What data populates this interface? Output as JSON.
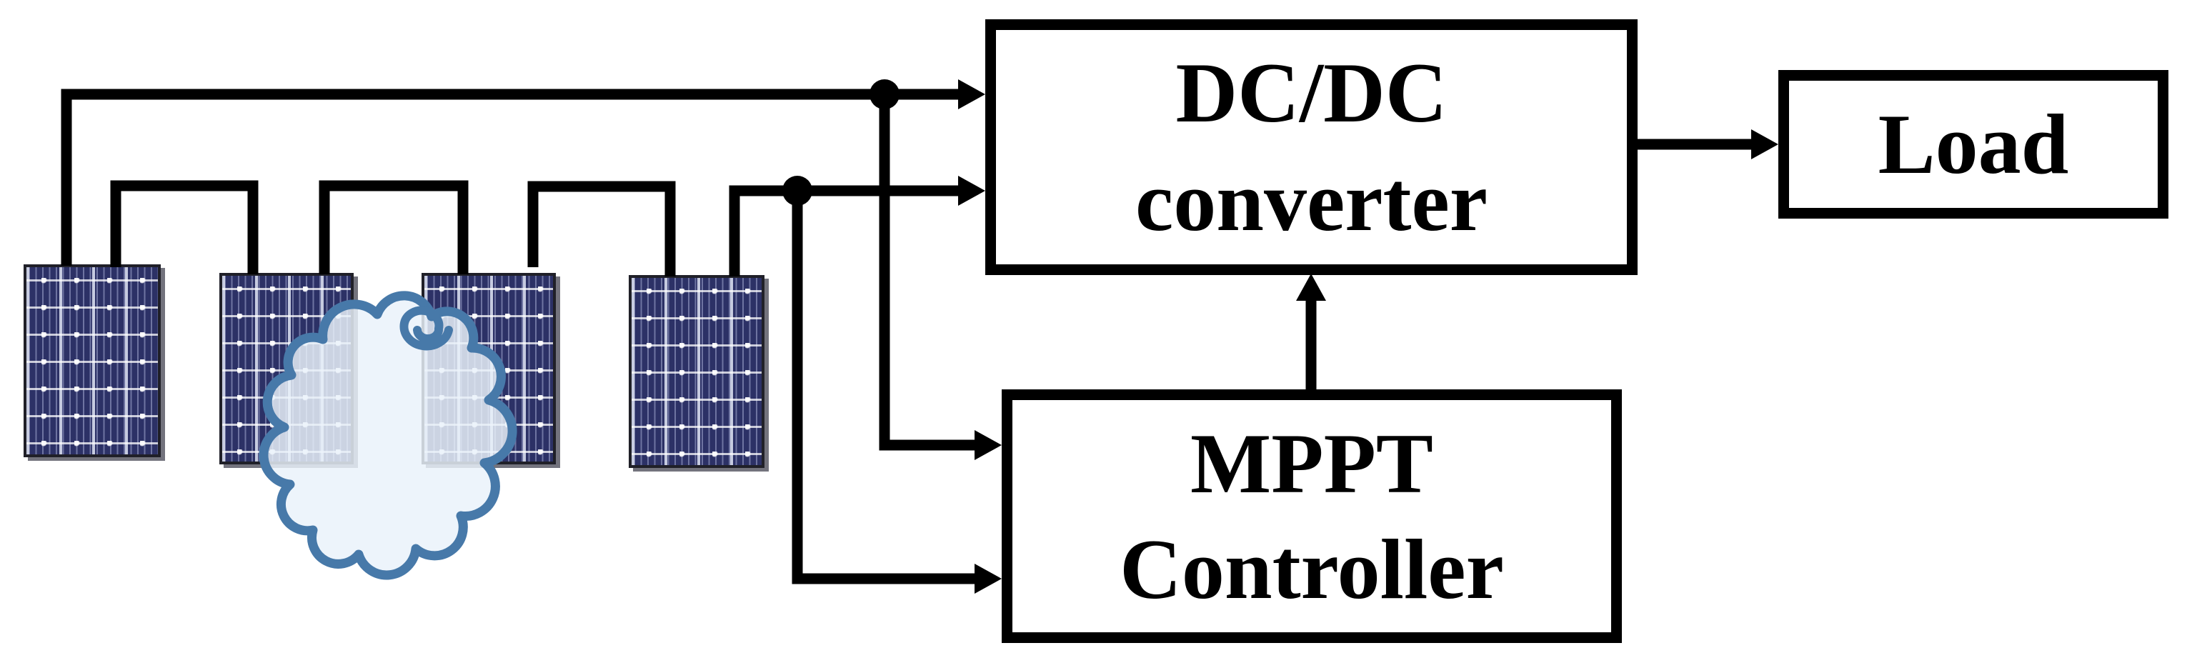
{
  "diagram_title": "PV array with partial shading feeding a DC/DC converter controlled by an MPPT controller supplying a load",
  "boxes": {
    "converter": {
      "line1": "DC/DC",
      "line2": "converter"
    },
    "mppt": {
      "line1": "MPPT",
      "line2": "Controller"
    },
    "load": {
      "label": "Load"
    }
  },
  "icons": {
    "solar_panel": "solar-panel-icon",
    "shading_cloud": "cloud-icon",
    "junction_dot": "junction-dot",
    "arrow": "arrowhead-icon"
  },
  "panel_count": 4,
  "colors": {
    "wire": "#000000",
    "box-border": "#000000",
    "box-fill": "#ffffff",
    "panel-blue": "#2c3166",
    "cloud-stroke": "#4779a9",
    "cloud-fill": "#eaf2fa",
    "page-bg": "#ffffff"
  }
}
